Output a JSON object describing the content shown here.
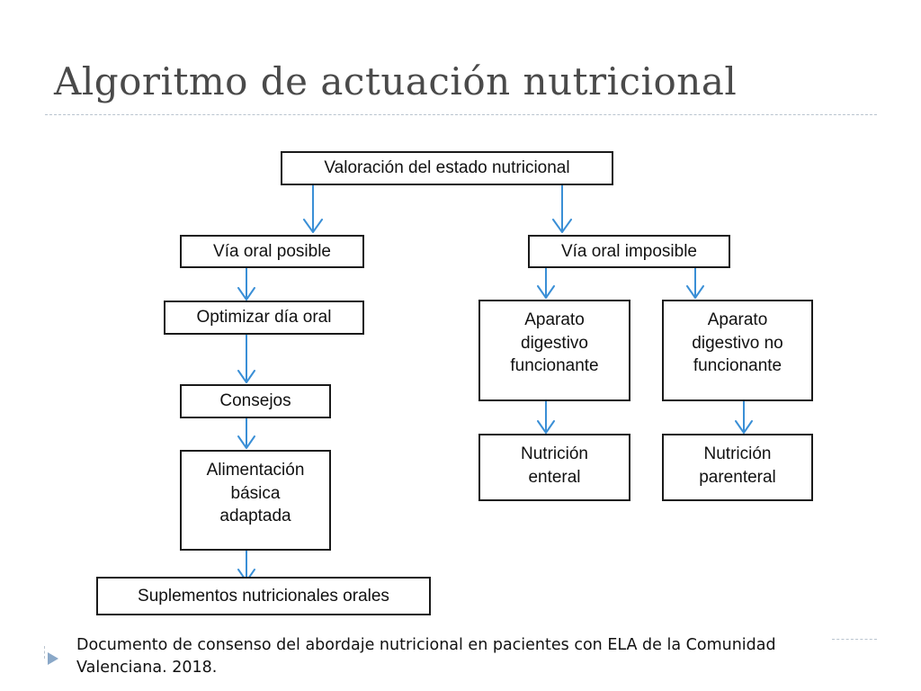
{
  "title": "Algoritmo de actuación nutricional",
  "nodes": {
    "valoracion": "Valoración del estado nutricional",
    "via_oral_posible": "Vía oral posible",
    "via_oral_imposible": "Vía oral imposible",
    "optimizar": "Optimizar día oral",
    "consejos": "Consejos",
    "alimentacion": [
      "Alimentación",
      "básica",
      "adaptada"
    ],
    "suplementos": "Suplementos nutricionales orales",
    "digestivo_funcionante": [
      "Aparato",
      "digestivo",
      "funcionante"
    ],
    "digestivo_no_funcionante": [
      "Aparato",
      "digestivo no",
      "funcionante"
    ],
    "nutricion_enteral": [
      "Nutrición",
      "enteral"
    ],
    "nutricion_parenteral": [
      "Nutrición",
      "parenteral"
    ]
  },
  "footnote": "Documento de consenso del abordaje nutricional en pacientes con ELA de la Comunidad Valenciana. 2018.",
  "colors": {
    "title": "#4a4a4a",
    "arrow": "#3a8fd6",
    "box_border": "#1a1a1a",
    "bullet": "#8aa8c8"
  }
}
